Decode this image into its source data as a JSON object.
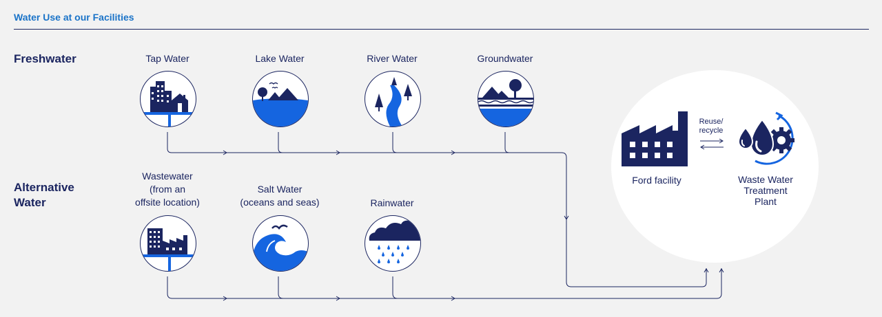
{
  "header": {
    "title": "Water Use at our Facilities"
  },
  "categories": {
    "freshwater": "Freshwater",
    "alternative": "Alternative\nWater"
  },
  "sources": {
    "tap": "Tap Water",
    "lake": "Lake Water",
    "river": "River Water",
    "ground": "Groundwater",
    "wastewater": "Wastewater\n(from an\noffsite location)",
    "salt": "Salt Water\n(oceans and seas)",
    "rain": "Rainwater"
  },
  "facility": {
    "ford": "Ford facility",
    "reuse": "Reuse/\nrecycle",
    "treatment": "Waste Water\nTreatment\nPlant"
  },
  "colors": {
    "navy": "#1b2560",
    "blue": "#1565e0",
    "accent": "#1a73c8",
    "background": "#f2f2f2"
  }
}
